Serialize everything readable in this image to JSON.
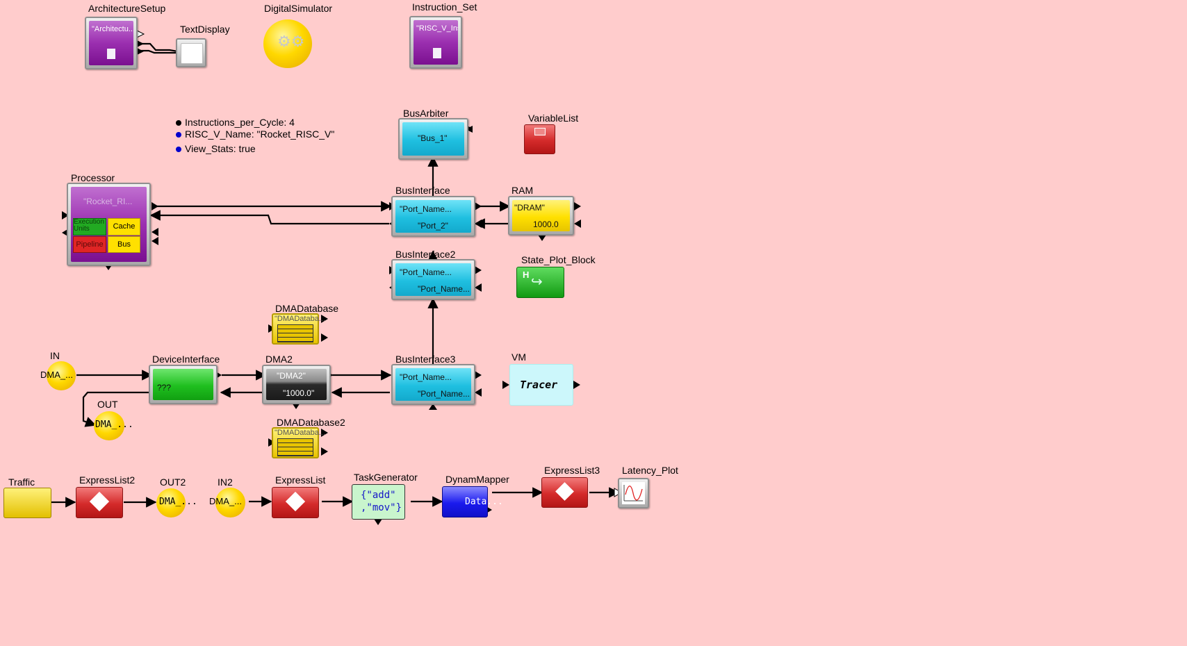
{
  "colors": {
    "canvas": "#ffcccc",
    "wire": "#000000",
    "dot_black": "#000000",
    "dot_blue": "#0000cc"
  },
  "parameters": [
    {
      "text": "Instructions_per_Cycle: 4",
      "dot": "black"
    },
    {
      "text": "RISC_V_Name: \"Rocket_RISC_V\"",
      "dot": "blue"
    },
    {
      "text": "View_Stats: true",
      "dot": "blue"
    }
  ],
  "blocks": {
    "architecture_setup": {
      "label": "ArchitectureSetup",
      "text": "\"Architectu...",
      "icon": "document-icon"
    },
    "text_display": {
      "label": "TextDisplay"
    },
    "digital_simulator": {
      "label": "DigitalSimulator",
      "icon": "gears-icon"
    },
    "instruction_set": {
      "label": "Instruction_Set",
      "text": "\"RISC_V_Ins...",
      "icon": "document-icon"
    },
    "bus_arbiter": {
      "label": "BusArbiter",
      "text": "\"Bus_1\""
    },
    "variable_list": {
      "label": "VariableList"
    },
    "processor": {
      "label": "Processor",
      "text": "\"Rocket_RI...",
      "cells": [
        "Execution Units",
        "Cache",
        "Pipeline",
        "Bus"
      ]
    },
    "bus_interface": {
      "label": "BusInterface",
      "line1": "\"Port_Name...",
      "line2": "\"Port_2\""
    },
    "ram": {
      "label": "RAM",
      "line1": "\"DRAM\"",
      "line2": "1000.0"
    },
    "bus_interface2": {
      "label": "BusInterface2",
      "line1": "\"Port_Name...",
      "line2": "\"Port_Name..."
    },
    "state_plot_block": {
      "label": "State_Plot_Block",
      "icon": "H"
    },
    "dma_database": {
      "label": "DMADatabase",
      "text": "\"DMADataba..."
    },
    "in": {
      "label": "IN",
      "text": "DMA_..."
    },
    "device_interface": {
      "label": "DeviceInterface",
      "text": "???"
    },
    "dma2": {
      "label": "DMA2",
      "line1": "\"DMA2\"",
      "line2": "\"1000.0\""
    },
    "bus_interface3": {
      "label": "BusInterface3",
      "line1": "\"Port_Name...",
      "line2": "\"Port_Name..."
    },
    "vm": {
      "label": "VM",
      "text": "Tracer"
    },
    "out": {
      "label": "OUT",
      "text": "DMA_..."
    },
    "dma_database2": {
      "label": "DMADatabase2",
      "text": "\"DMADataba..."
    },
    "traffic": {
      "label": "Traffic"
    },
    "express_list2": {
      "label": "ExpressList2"
    },
    "out2": {
      "label": "OUT2",
      "text": "DMA_..."
    },
    "in2": {
      "label": "IN2",
      "text": "DMA_..."
    },
    "express_list": {
      "label": "ExpressList"
    },
    "task_generator": {
      "label": "TaskGenerator",
      "line1": "{\"add\"",
      "line2": ",\"mov\"}"
    },
    "dynam_mapper": {
      "label": "DynamMapper",
      "text": "Data..."
    },
    "express_list3": {
      "label": "ExpressList3"
    },
    "latency_plot": {
      "label": "Latency_Plot"
    }
  }
}
